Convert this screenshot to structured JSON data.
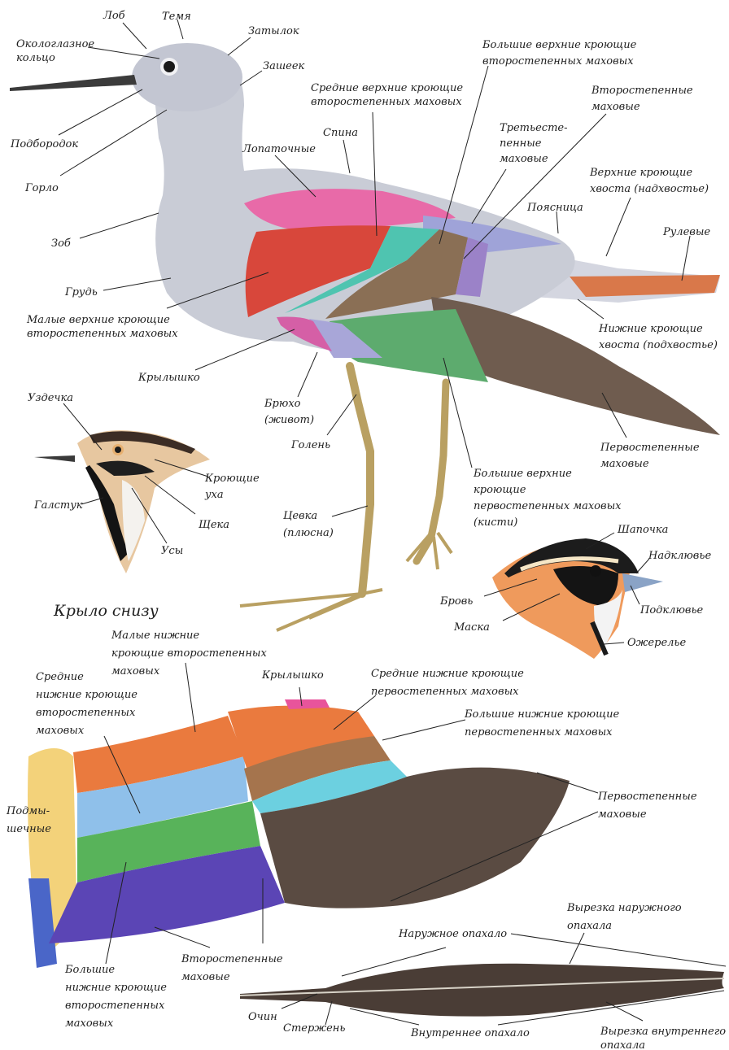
{
  "section_title": "Крыло снизу",
  "labels": {
    "lob": "Лоб",
    "temya": "Темя",
    "okologlaznoe": [
      "Окологлазное",
      "кольцо"
    ],
    "zatylok": "Затылок",
    "zasheek": "Зашеек",
    "podborodok": "Подбородок",
    "gorlo": "Горло",
    "zob": "Зоб",
    "grud": "Грудь",
    "malye_verkhnie": [
      "Малые верхние кроющие",
      "второстепенных маховых"
    ],
    "krylyshko_top": "Крылышко",
    "spina": "Спина",
    "lopatochnye": "Лопаточные",
    "srednie_verkhnie": [
      "Средние верхние кроющие",
      "второстепенных маховых"
    ],
    "bolshie_verkhnie_vtor": [
      "Большие верхние кроющие",
      "второстепенных маховых"
    ],
    "tretestepennye": [
      "Третьесте-",
      "пенные",
      "маховые"
    ],
    "vtorostepennye_top": [
      "Второстепенные",
      "маховые"
    ],
    "verkhnie_khvosta": [
      "Верхние кроющие",
      "хвоста (надхвостье)"
    ],
    "poyasnitsa": "Поясница",
    "rulevye": "Рулевые",
    "nizhnie_khvosta": [
      "Нижние кроющие",
      "хвоста (подхвостье)"
    ],
    "bryukho": [
      "Брюхо",
      "(живот)"
    ],
    "golen": "Голень",
    "pervostepennye_top": [
      "Первостепенные",
      "маховые"
    ],
    "bolshie_verkhnie_perv": [
      "Большие верхние",
      "кроющие",
      "первостепенных маховых",
      "(кисти)"
    ],
    "tsevka": [
      "Цевка",
      "(плюсна)"
    ],
    "uzdechka": "Уздечка",
    "kroyushchie_ukha": [
      "Кроющие",
      "уха"
    ],
    "galstuk": "Галстук",
    "shcheka": "Щека",
    "usy": "Усы",
    "shapochka": "Шапочка",
    "nadklyuve": "Надклювье",
    "brov": "Бровь",
    "podklyuve": "Подклювье",
    "maska": "Маска",
    "ozherelye": "Ожерелье",
    "malye_nizhnie": [
      "Малые нижние",
      "кроющие второстепенных",
      "маховых"
    ],
    "srednie_nizhnie_vtor": [
      "Средние",
      "нижние кроющие",
      "второстепенных",
      "маховых"
    ],
    "krylyshko_bottom": "Крылышко",
    "srednie_nizhnie_perv": [
      "Средние нижние кроющие",
      "первостепенных маховых"
    ],
    "bolshie_nizhnie_perv": [
      "Большие нижние кроющие",
      "первостепенных маховых"
    ],
    "podmyshechnye": [
      "Подмы-",
      "шечные"
    ],
    "pervostepennye_bottom": [
      "Первостепенные",
      "маховые"
    ],
    "vtorostepennye_bottom": [
      "Второстепенные",
      "маховые"
    ],
    "bolshie_nizhnie_vtor": [
      "Большие",
      "нижние кроющие",
      "второстепенных",
      "маховых"
    ],
    "vyrezka_naruzhnogo": [
      "Вырезка наружного",
      "опахала"
    ],
    "naruzhnoe_opakhalo": "Наружное опахало",
    "ochin": "Очин",
    "sterzhen": "Стержень",
    "vnutrennee_opakhalo": "Внутреннее опахало",
    "vyrezka_vnutrennego": [
      "Вырезка внутреннего",
      "опахала"
    ]
  },
  "colors": {
    "body_grey": "#c9ccd6",
    "scapulars_pink": "#e86aa8",
    "lesser_red": "#d8473b",
    "median_teal": "#4fc4b0",
    "greater_brown": "#8a6f55",
    "tertials_purple": "#9b82c8",
    "alula_pink": "#d55fa6",
    "primary_coverts_green": "#5dab6e",
    "primaries_brown": "#6f5c4f",
    "rump_lavender": "#9fa3d8",
    "tail_orange": "#d9784a",
    "under_orange": "#ea7a3e",
    "under_blue": "#8fc0ea",
    "under_green": "#58b35a",
    "under_purple": "#5b45b5",
    "under_yellow": "#f3d27a",
    "under_cyan": "#6cd0e0",
    "feather_dark": "#4a3d36"
  }
}
